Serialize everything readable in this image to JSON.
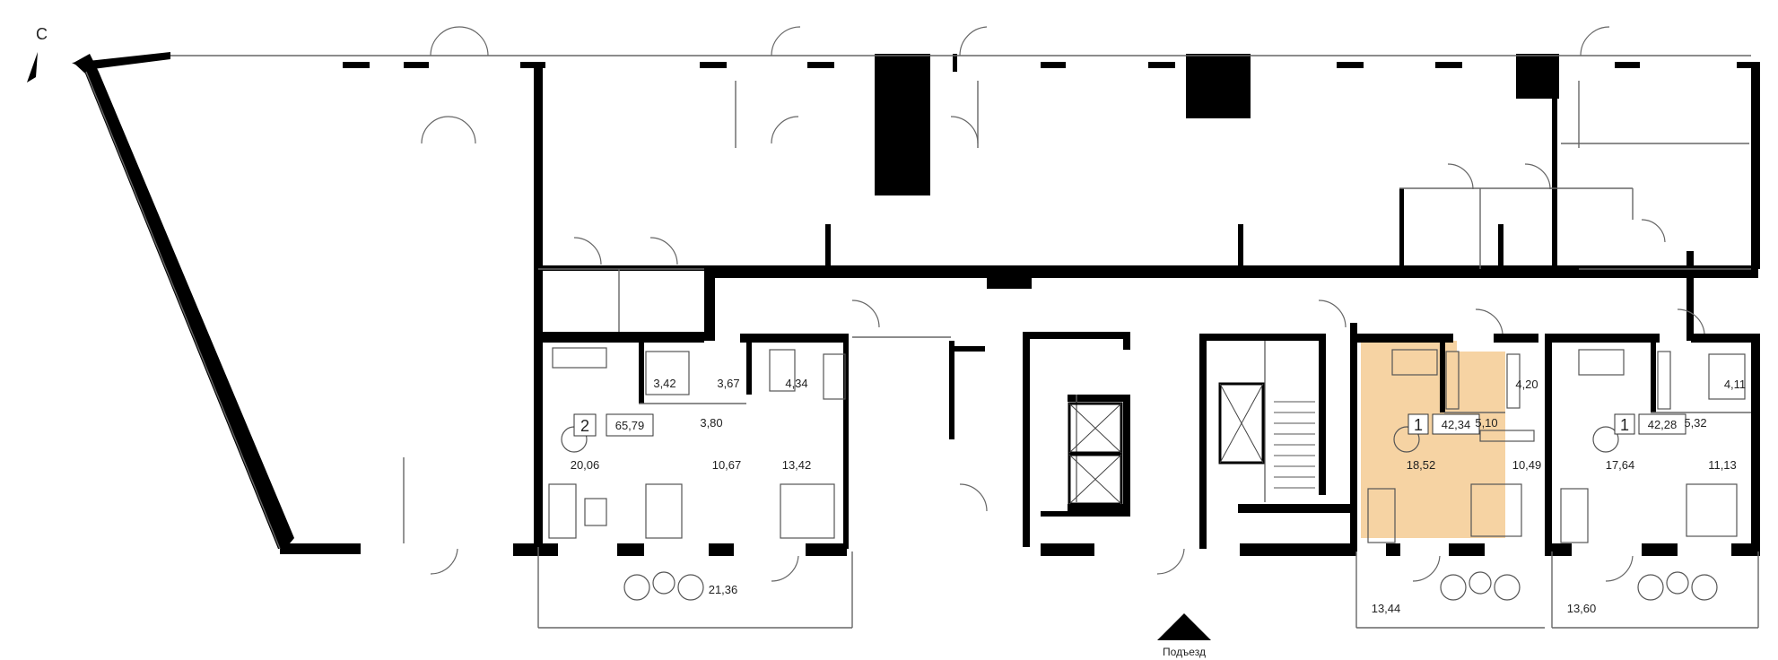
{
  "compass": {
    "label": "С",
    "icon": "north-arrow-icon"
  },
  "entrance": {
    "label": "Подъезд",
    "icon": "entrance-triangle-icon"
  },
  "highlight_color": "#f6d3a3",
  "apartments": [
    {
      "id": "apt-2",
      "rooms": "2",
      "total": "65,79",
      "areas": [
        "3,42",
        "3,67",
        "3,80",
        "4,34",
        "20,06",
        "10,67",
        "13,42",
        "21,36"
      ]
    },
    {
      "id": "apt-1a",
      "rooms": "1",
      "total": "42,34",
      "highlighted": true,
      "areas": [
        "4,20",
        "5,10",
        "18,52",
        "10,49",
        "13,44"
      ]
    },
    {
      "id": "apt-1b",
      "rooms": "1",
      "total": "42,28",
      "areas": [
        "4,11",
        "5,32",
        "17,64",
        "11,13",
        "13,60"
      ]
    }
  ]
}
